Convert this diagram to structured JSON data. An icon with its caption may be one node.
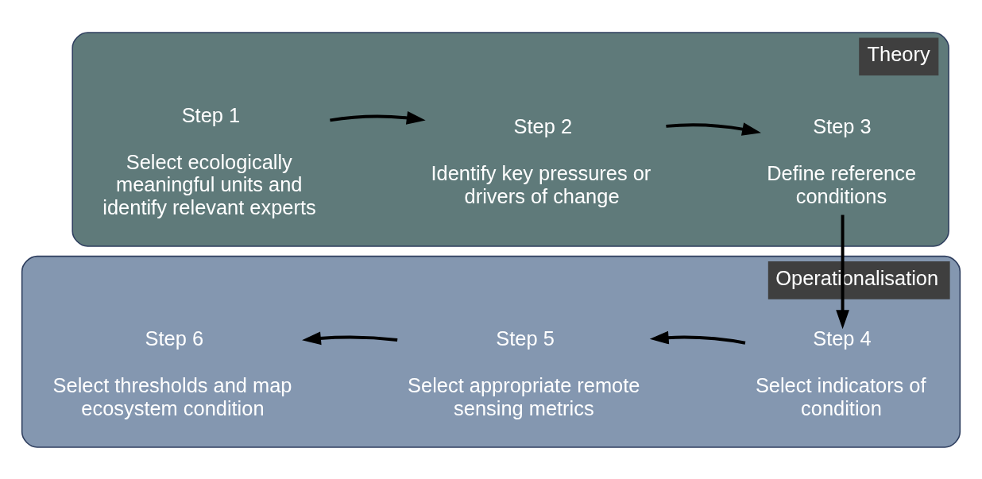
{
  "diagram": {
    "nodes": [
      {
        "text": [
          "Theory"
        ]
      },
      {
        "text": [
          "Step 1",
          "Select ecologically meaningful units and identify relevant experts"
        ],
        "in": 0
      },
      {
        "text": [
          "Step 2",
          "Identify key pressures or drivers of change"
        ],
        "in": 0
      },
      {
        "text": [
          "Step 3",
          "Define reference conditions"
        ],
        "in": 0
      },
      {
        "text": [
          "Operationalisation"
        ]
      },
      {
        "text": [
          "Step 6",
          "Select thresholds and map ecosystem condition"
        ],
        "in": 4
      },
      {
        "text": [
          "Step 5",
          "Select appropriate remote sensing metrics"
        ],
        "in": 4
      },
      {
        "text": [
          "Step 4",
          "Select indicators of condition"
        ],
        "in": 4
      }
    ],
    "edges": [
      {
        "from": 1,
        "to": 2,
        "arrow": "to"
      },
      {
        "from": 2,
        "to": 3,
        "arrow": "to"
      },
      {
        "from": 3,
        "to": 7,
        "arrow": "to"
      },
      {
        "from": 7,
        "to": 6,
        "arrow": "to"
      },
      {
        "from": 6,
        "to": 5,
        "arrow": "to"
      }
    ]
  }
}
